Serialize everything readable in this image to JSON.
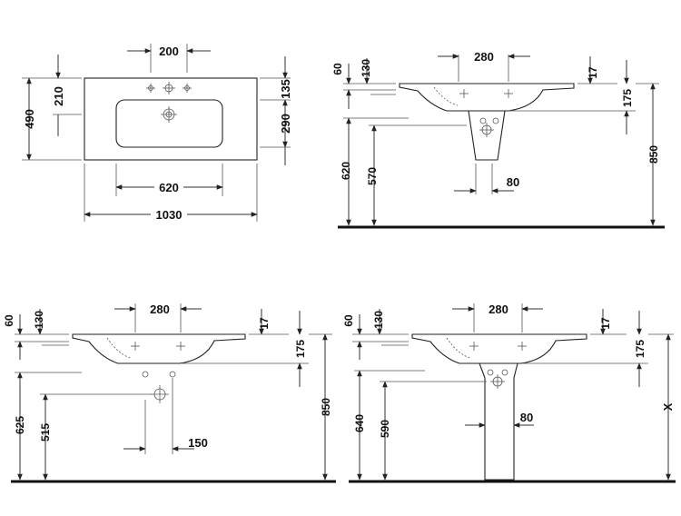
{
  "views": {
    "top": {
      "dims": {
        "tap_spacing": "200",
        "depth": "490",
        "tap_offset": "210",
        "right_offset": "135",
        "bowl_depth": "290",
        "bowl_width": "620",
        "overall_width": "1030"
      }
    },
    "side_pedestal": {
      "dims": {
        "thickness": "60",
        "lip": "130",
        "trap_width": "280",
        "overhang": "17",
        "bowl_height": "175",
        "rim_height": "620",
        "drain_height": "570",
        "pipe_offset": "80",
        "overall_height": "850"
      }
    },
    "side_wall": {
      "dims": {
        "thickness": "60",
        "lip": "130",
        "trap_width": "280",
        "overhang": "17",
        "bowl_height": "175",
        "rim_height": "625",
        "drain_height": "515",
        "pipe_offset": "150",
        "overall_height": "850"
      }
    },
    "side_column": {
      "dims": {
        "thickness": "60",
        "lip": "130",
        "trap_width": "280",
        "overhang": "17",
        "bowl_height": "175",
        "rim_height": "640",
        "drain_height": "590",
        "pipe_offset": "80",
        "variable_height": "X"
      }
    }
  }
}
